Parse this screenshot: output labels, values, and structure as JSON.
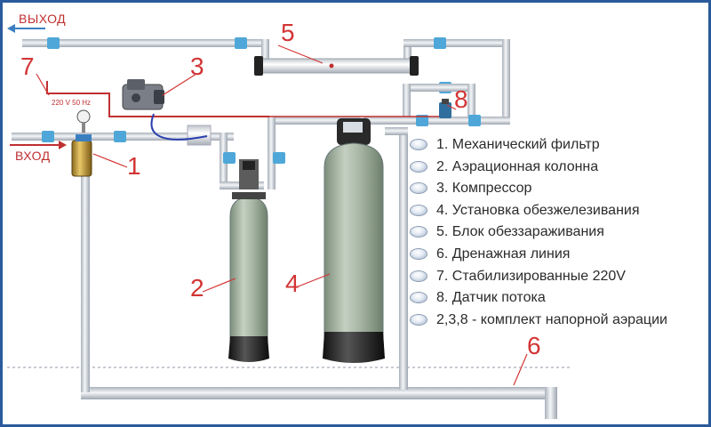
{
  "labels": {
    "outlet": "ВЫХОД",
    "inlet": "ВХОД",
    "voltage": "220 V  50 Hz"
  },
  "callouts": {
    "n1": "1",
    "n2": "2",
    "n3": "3",
    "n4": "4",
    "n5": "5",
    "n6": "6",
    "n7": "7",
    "n8": "8"
  },
  "legend": [
    "1. Механический фильтр",
    "2. Аэрационная колонна",
    "3. Компрессор",
    "4. Установка обезжелезивания",
    "5. Блок обеззараживания",
    "6. Дренажная линия",
    "7. Стабилизированные 220V",
    "8. Датчик потока",
    "2,3,8 - комплект напорной аэрации"
  ],
  "colors": {
    "callout": "#d33434",
    "pipe": "#c9ced6",
    "frame": "#2a5a9c",
    "valve": "#4ea7d8",
    "tank": "#98a896"
  }
}
